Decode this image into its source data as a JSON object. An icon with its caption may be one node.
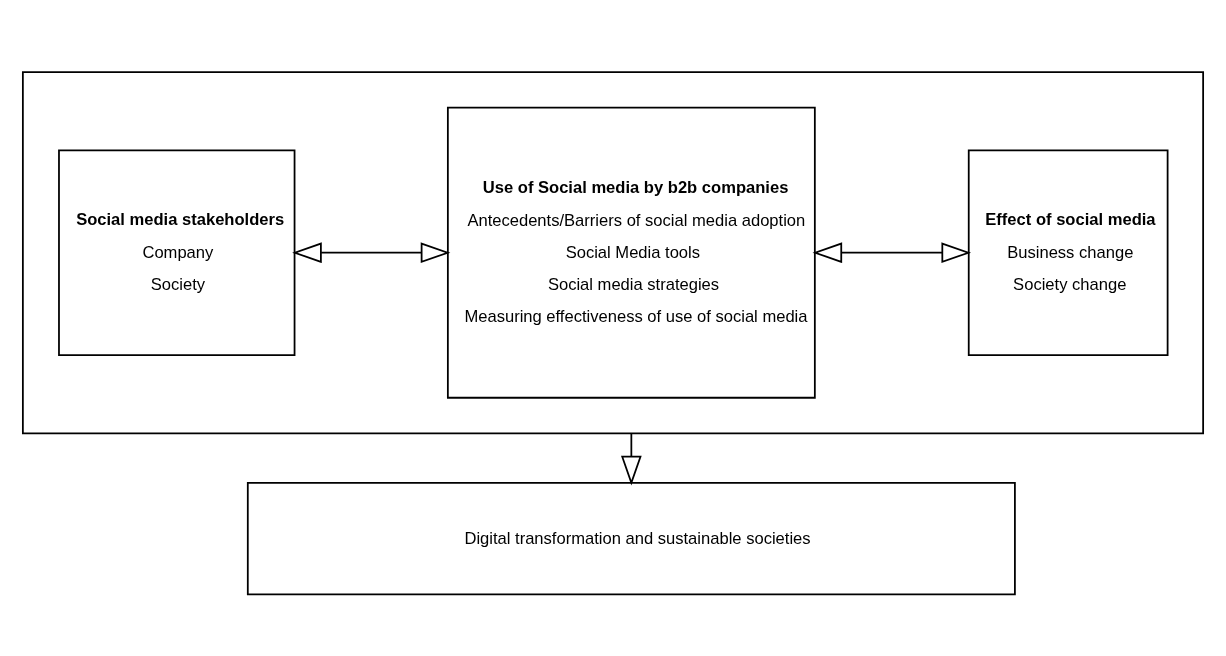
{
  "diagram": {
    "nodes": [
      {
        "text": [],
        "shape": "box"
      },
      {
        "text": [
          "Social media stakeholders",
          "Company",
          "Society"
        ],
        "in": 0
      },
      {
        "text": [
          "Use of Social media by b2b companies",
          "Antecedents/Barriers of social media adoption",
          "Social Media tools",
          "Social media strategies",
          "Measuring effectiveness of use of social media"
        ],
        "in": 0
      },
      {
        "text": [
          "Effect of social media",
          "Business change",
          "Society change"
        ],
        "in": 0
      },
      {
        "text": [
          "Digital transformation and sustainable societies"
        ]
      }
    ],
    "edges": [
      {
        "from": 1,
        "to": 2,
        "arrow": "both"
      },
      {
        "from": 2,
        "to": 3,
        "arrow": "both"
      },
      {
        "from": 0,
        "to": 4,
        "arrow": "to"
      }
    ]
  }
}
